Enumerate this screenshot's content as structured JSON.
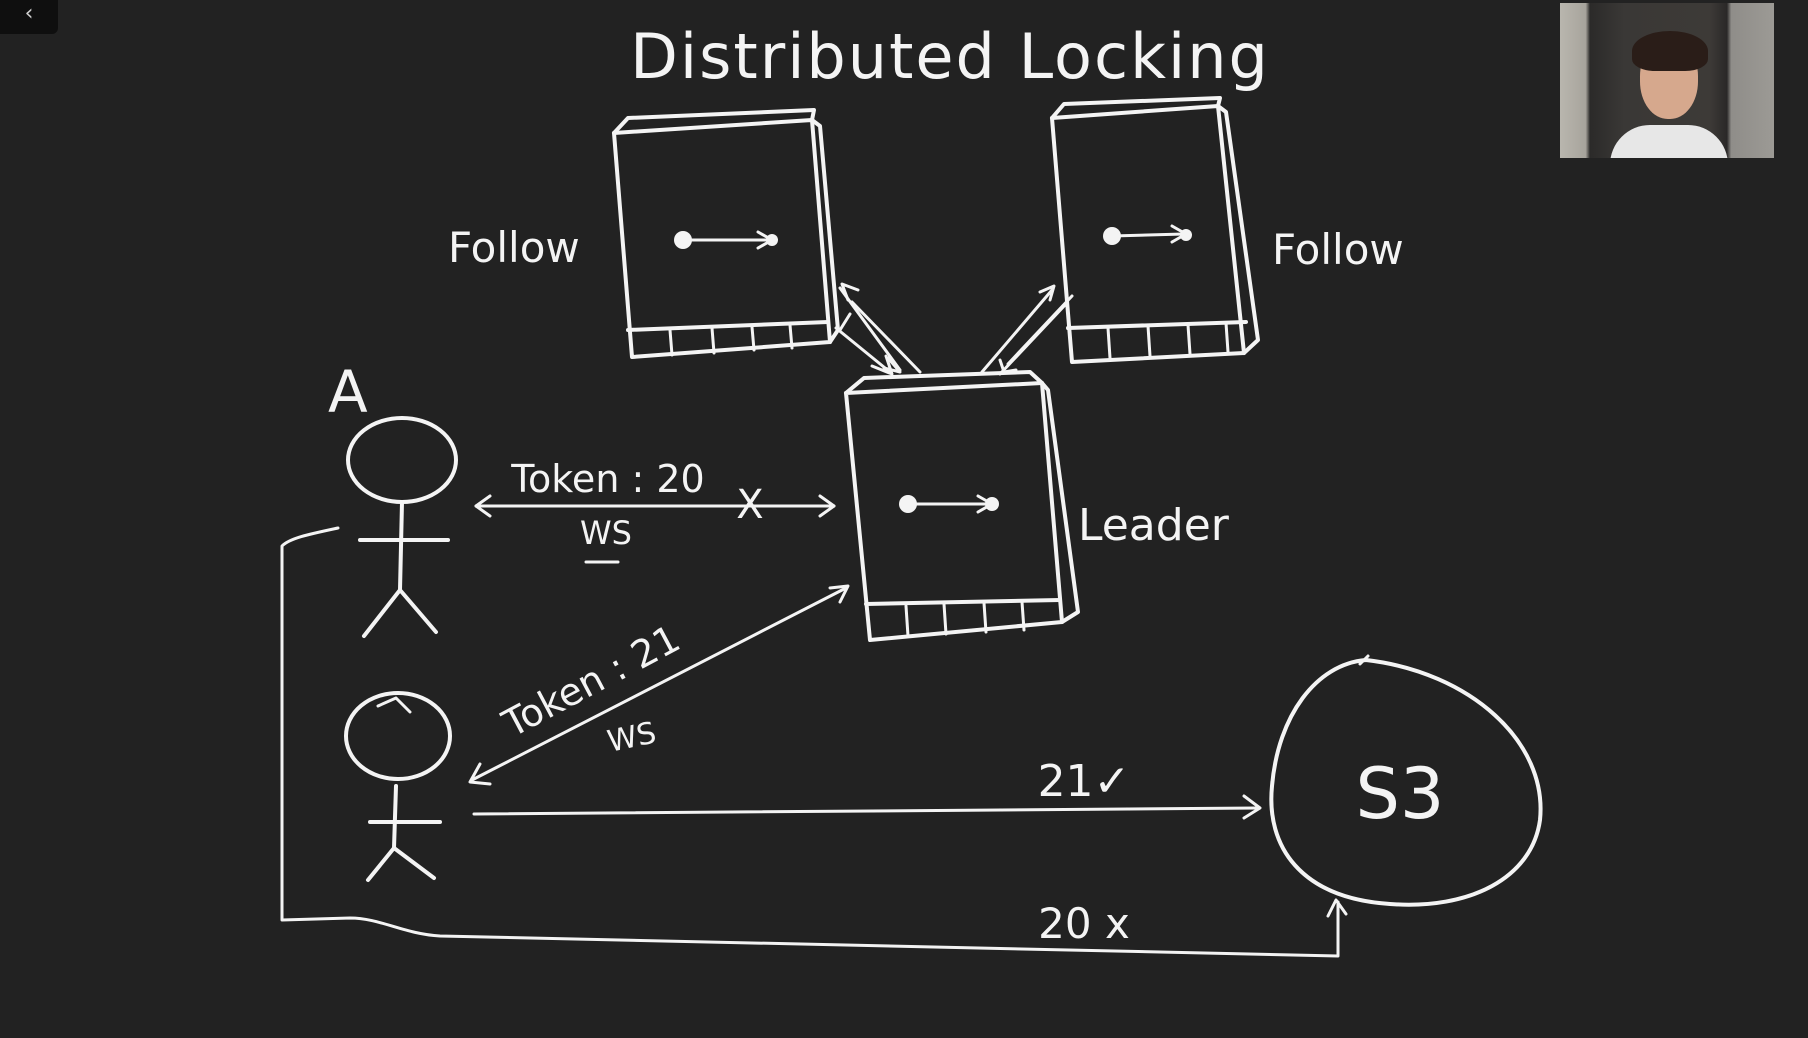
{
  "title": "Distributed Locking",
  "nodes": {
    "follower_left_label": "Follow",
    "follower_right_label": "Follow",
    "leader_label": "Leader",
    "storage_label": "S3"
  },
  "client_a": {
    "label": "A",
    "token_label": "Token : 20",
    "connection_label": "WS",
    "failure_mark": "X"
  },
  "client_b": {
    "token_label": "Token : 21",
    "connection_label": "WS"
  },
  "writes": {
    "accepted_label": "21✓",
    "rejected_label": "20 x"
  },
  "controls": {
    "back_icon": "chevron-left-icon",
    "back_glyph": "‹"
  },
  "colors": {
    "background": "#222222",
    "ink": "#f4f4f4"
  }
}
